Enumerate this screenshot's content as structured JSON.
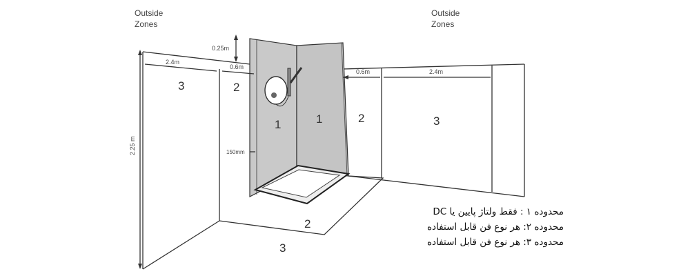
{
  "labels": {
    "outside_left": [
      "Outside",
      "Zones"
    ],
    "outside_right": [
      "Outside",
      "Zones"
    ],
    "dim_24_left": "2.4m",
    "dim_06_left": "0.6m",
    "dim_025": "0.25m",
    "dim_06_right": "0.6m",
    "dim_24_right": "2.4m",
    "dim_225": "2.25 m",
    "dim_150": "150mm",
    "zone3_left": "3",
    "zone2_left": "2",
    "zone1_a": "1",
    "zone1_b": "1",
    "zone2_right": "2",
    "zone3_right": "3",
    "zone2_floor": "2",
    "zone3_floor": "3"
  },
  "legend": [
    "محدوده ۱ : فقط ولتاژ پایین یا DC",
    "محدوده ۲: هر نوع فن قابل استفاده",
    "محدوده ۳: هر نوع فن قابل استفاده"
  ],
  "colors": {
    "wall": "#c8c8c8",
    "line": "#333333"
  }
}
